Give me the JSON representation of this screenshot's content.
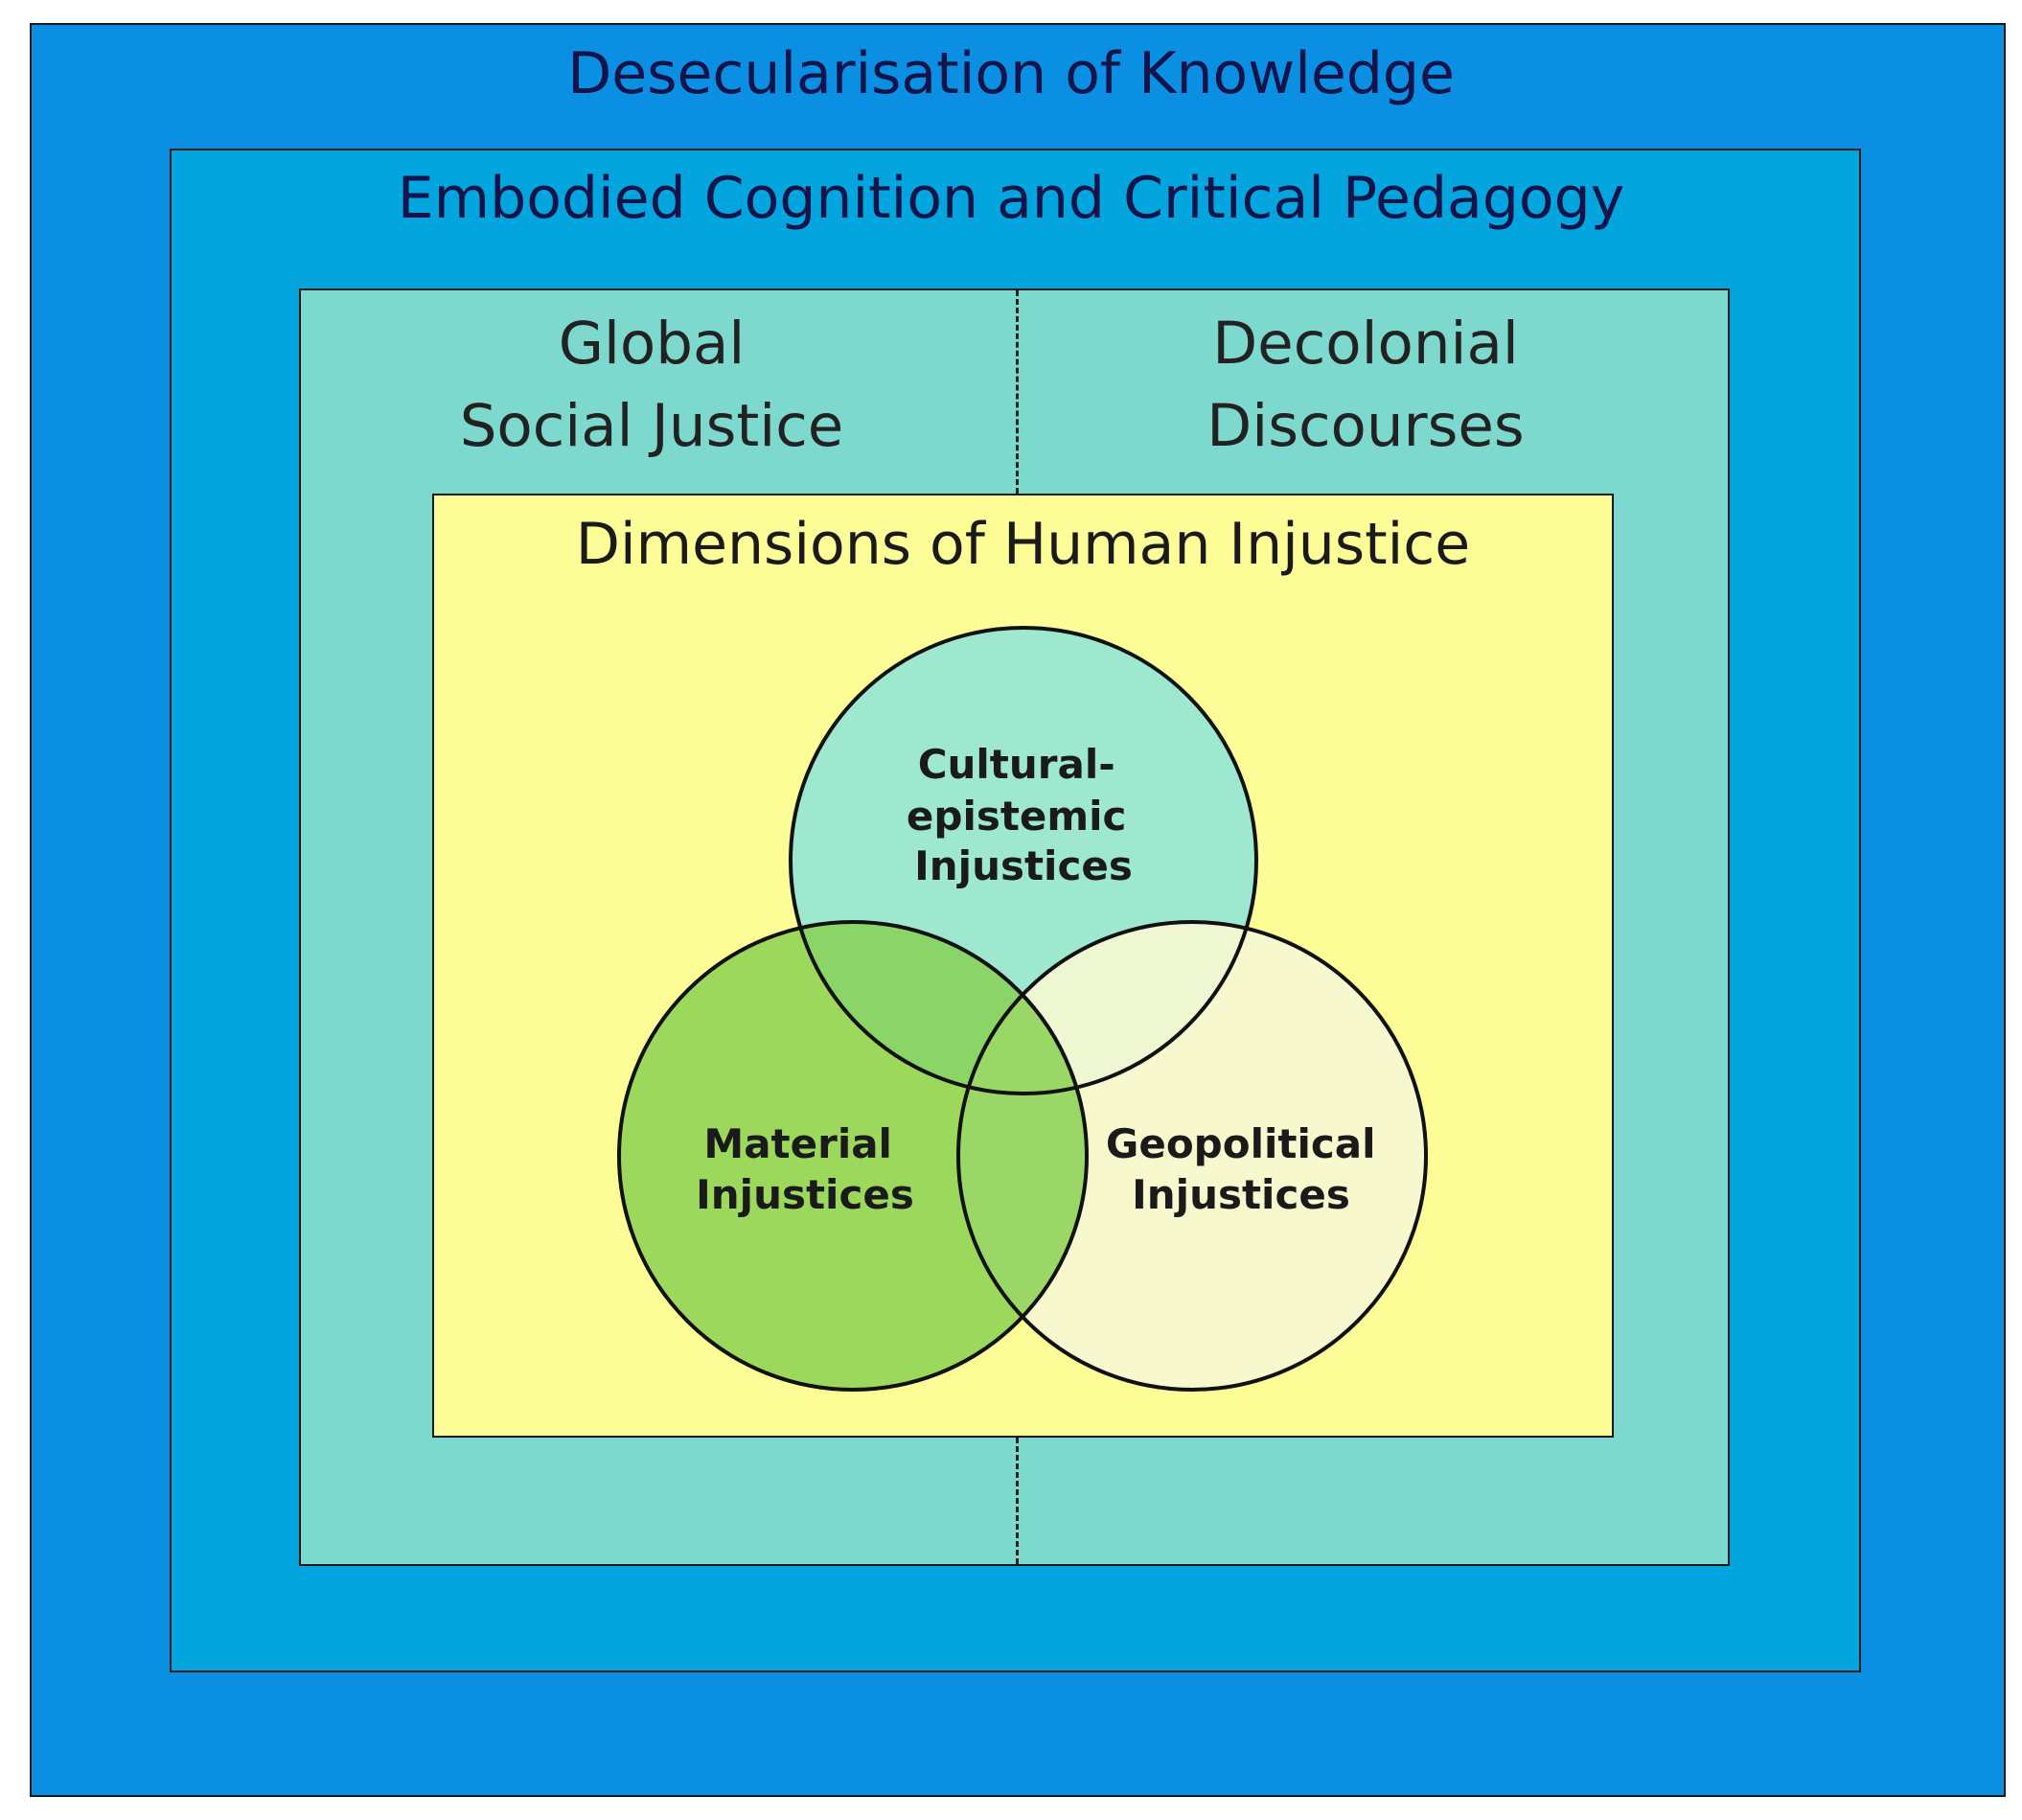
{
  "outer": {
    "title": "Desecularisation of Knowledge"
  },
  "middle": {
    "title": "Embodied Cognition and Critical Pedagogy"
  },
  "inner": {
    "left": {
      "line1": "Global",
      "line2": "Social Justice"
    },
    "right": {
      "line1": "Decolonial",
      "line2": "Discourses"
    }
  },
  "core": {
    "title": "Dimensions of Human Injustice"
  },
  "venn": {
    "top": {
      "lines": [
        "Cultural-",
        "epistemic",
        "Injustices"
      ],
      "color": "#9ee8cf"
    },
    "left": {
      "lines": [
        "Material",
        "Injustices"
      ],
      "color": "#86cf4f"
    },
    "right": {
      "lines": [
        "Geopolitical",
        "Injustices"
      ],
      "color": "#f6f7d2"
    }
  },
  "colors": {
    "outer": "#0b8fe3",
    "middle": "#02a5dd",
    "inner": "#7dd8cd",
    "core": "#fdfd98"
  }
}
